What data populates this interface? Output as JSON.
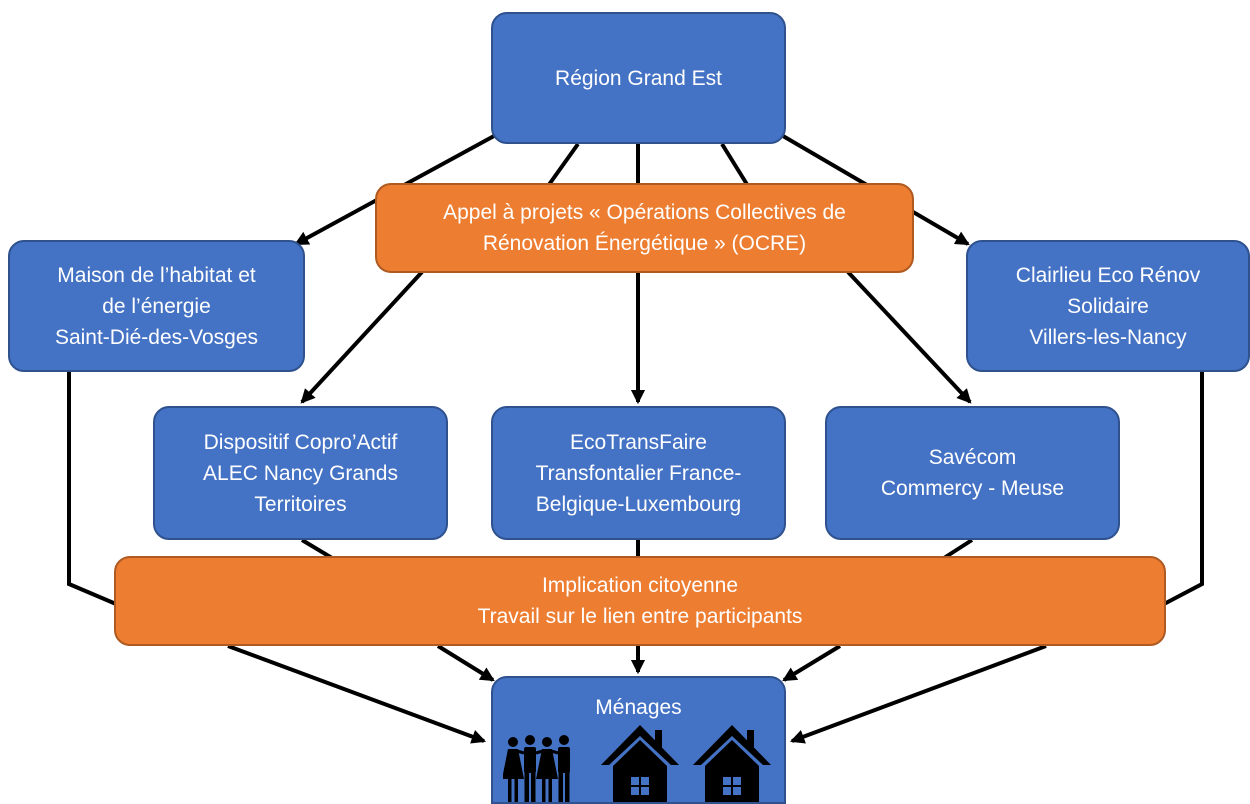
{
  "region": {
    "label": "Région Grand Est"
  },
  "appel": {
    "line1": "Appel à projets « Opérations Collectives de",
    "line2": "Rénovation Énergétique » (OCRE)"
  },
  "maison": {
    "line1": "Maison de l’habitat et",
    "line2": "de l’énergie",
    "line3": "Saint-Dié-des-Vosges"
  },
  "clairlieu": {
    "line1": "Clairlieu Eco Rénov",
    "line2": "Solidaire",
    "line3": "Villers-les-Nancy"
  },
  "copro": {
    "line1": "Dispositif Copro’Actif",
    "line2": "ALEC Nancy Grands",
    "line3": "Territoires"
  },
  "ecotrans": {
    "line1": "EcoTransFaire",
    "line2": "Transfontalier France-",
    "line3": "Belgique-Luxembourg"
  },
  "savecom": {
    "line1": "Savécom",
    "line2": "Commercy - Meuse"
  },
  "implication": {
    "line1": "Implication citoyenne",
    "line2": "Travail sur le lien entre participants"
  },
  "menages": {
    "label": "Ménages",
    "icons": [
      "people-icon",
      "house-icon",
      "house-icon"
    ]
  },
  "colors": {
    "blue_fill": "#4472c4",
    "blue_border": "#2f528f",
    "orange_fill": "#ed7d31",
    "orange_border": "#ae5a21",
    "connector": "#000000"
  }
}
